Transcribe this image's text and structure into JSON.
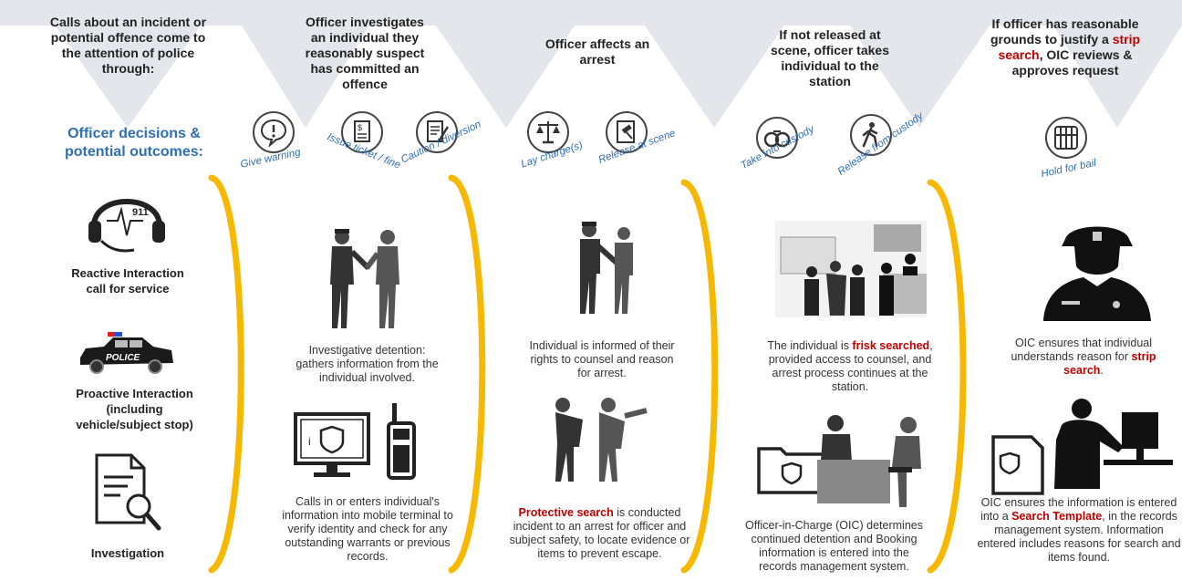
{
  "colors": {
    "accent": "#f6b800",
    "banner": "#e3e7ec",
    "blue": "#2f6fb5",
    "red": "#c00000"
  },
  "stages": [
    {
      "heading": "Calls about an incident or potential offence come to the attention of police through:"
    },
    {
      "heading": "Officer investigates an individual they reasonably suspect has committed an offence"
    },
    {
      "heading": "Officer affects an arrest"
    },
    {
      "heading": "If not released at scene, officer takes individual to the station"
    },
    {
      "heading_pre": "If officer has reasonable grounds to justify a ",
      "heading_red": "strip search",
      "heading_post": ", OIC reviews & approves request"
    }
  ],
  "outcomes_title": "Officer decisions & potential outcomes:",
  "outcomes": [
    {
      "label": "Give warning",
      "icon": "speech-warning-icon"
    },
    {
      "label": "Issue ticket / fine",
      "icon": "ticket-icon"
    },
    {
      "label": "Caution / diversion",
      "icon": "caution-document-icon"
    },
    {
      "label": "Lay charge(s)",
      "icon": "scales-icon"
    },
    {
      "label": "Release at scene",
      "icon": "gavel-document-icon"
    },
    {
      "label": "Take into custody",
      "icon": "handcuffs-icon"
    },
    {
      "label": "Release from custody",
      "icon": "walking-person-icon"
    },
    {
      "label": "Hold for bail",
      "icon": "jail-cell-icon"
    }
  ],
  "sources": [
    {
      "label": "Reactive Interaction call for service",
      "icon": "headset-911-icon"
    },
    {
      "label": "Proactive Interaction (including vehicle/subject stop)",
      "icon": "police-car-icon"
    },
    {
      "label": "Investigation",
      "icon": "document-search-icon"
    }
  ],
  "icon_text": {
    "headset": "911",
    "police_car": "POLICE"
  },
  "col2": {
    "text1": "Investigative detention: gathers information from the individual involved.",
    "text2": "Calls in or enters individual's information into mobile terminal to verify identity and check for any outstanding warrants or previous records."
  },
  "col3": {
    "text1": "Individual is informed of their rights to counsel and reason for arrest.",
    "text2_red": "Protective search",
    "text2": " is conducted incident to an arrest for officer and subject safety, to locate evidence or items to prevent escape."
  },
  "col4": {
    "text1_pre": "The individual is ",
    "text1_red": "frisk searched",
    "text1_post": ", provided access to counsel, and arrest process continues at the station.",
    "text2": "Officer-in-Charge (OIC) determines continued detention and Booking information is entered into the records management system."
  },
  "col5": {
    "text1_pre": "OIC ensures that individual understands reason for ",
    "text1_red": "strip search",
    "text1_post": ".",
    "text2_pre": "OIC ensures the information is entered into a ",
    "text2_red": "Search Template",
    "text2_post": ", in the records management system. Information entered includes reasons for search and items found."
  }
}
